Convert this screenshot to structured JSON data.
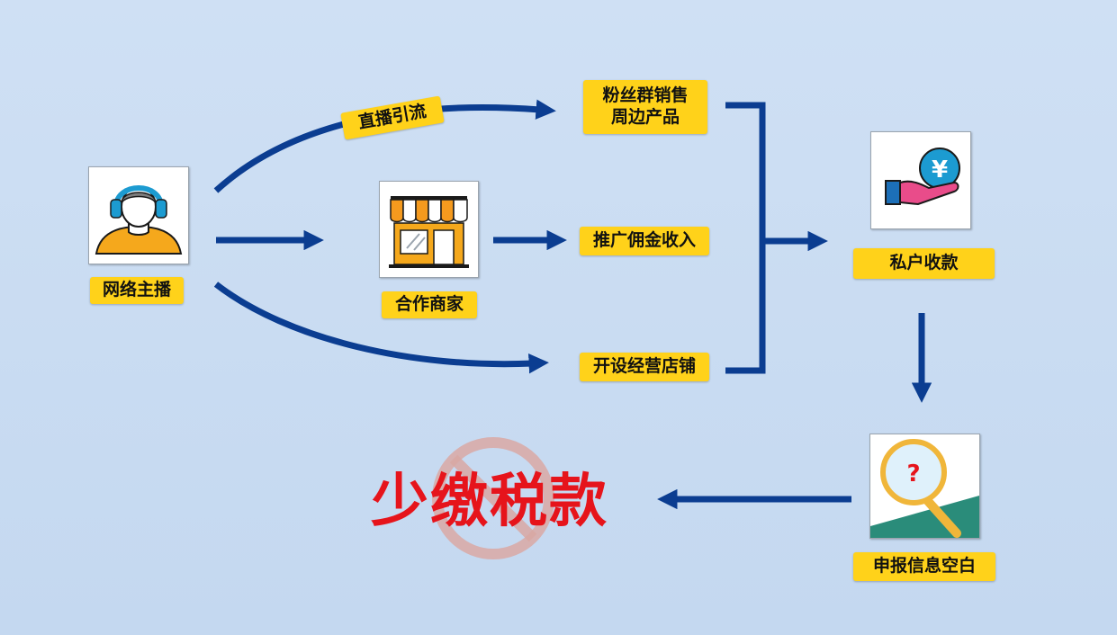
{
  "nodes": {
    "streamer": {
      "label": "网络主播"
    },
    "merchant": {
      "label": "合作商家"
    },
    "fan_sales": {
      "line1": "粉丝群销售",
      "line2": "周边产品"
    },
    "commission": {
      "label": "推广佣金收入"
    },
    "store": {
      "label": "开设经营店铺"
    },
    "private_account": {
      "label": "私户收款"
    },
    "declaration_blank": {
      "label": "申报信息空白"
    }
  },
  "edges": {
    "live_traffic": {
      "label": "直播引流"
    }
  },
  "result": {
    "text": "少缴税款"
  },
  "colors": {
    "arrow": "#0b3d91",
    "label_bg": "#ffd21a",
    "result_text": "#e6141b",
    "no_sign": "#d9a8a4",
    "background": "#cfe0f4"
  }
}
